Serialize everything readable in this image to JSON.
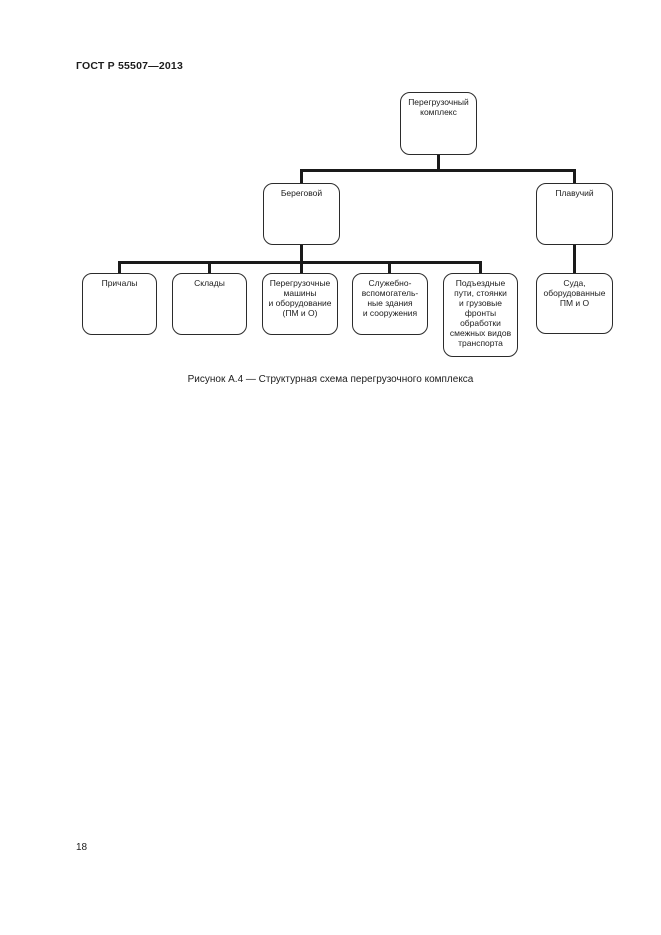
{
  "page": {
    "header_title": "ГОСТ Р 55507—2013",
    "figure_caption": "Рисунок А.4 — Структурная схема перегрузочного комплекса",
    "page_number": "18"
  },
  "diagram": {
    "type": "org-chart",
    "root": {
      "label": "Перегрузочный\nкомплекс"
    },
    "branches": [
      {
        "label": "Береговой",
        "children": [
          "Причалы",
          "Склады",
          "Перегрузочные\nмашины\nи оборудование\n(ПМ и О)",
          "Служебно-\nвспомогатель-\nные здания\nи сооружения",
          "Подъездные\nпути, стоянки\nи грузовые\nфронты\nобработки\nсмежных видов\nтранспорта"
        ]
      },
      {
        "label": "Плавучий",
        "children": [
          "Суда,\nоборудованные\nПМ и О"
        ]
      }
    ],
    "colors": {
      "background": "#ffffff",
      "line": "#1a1a1a",
      "box_border": "#2b2b2b",
      "box_fill": "#ffffff",
      "text": "#1c1c1c"
    }
  }
}
